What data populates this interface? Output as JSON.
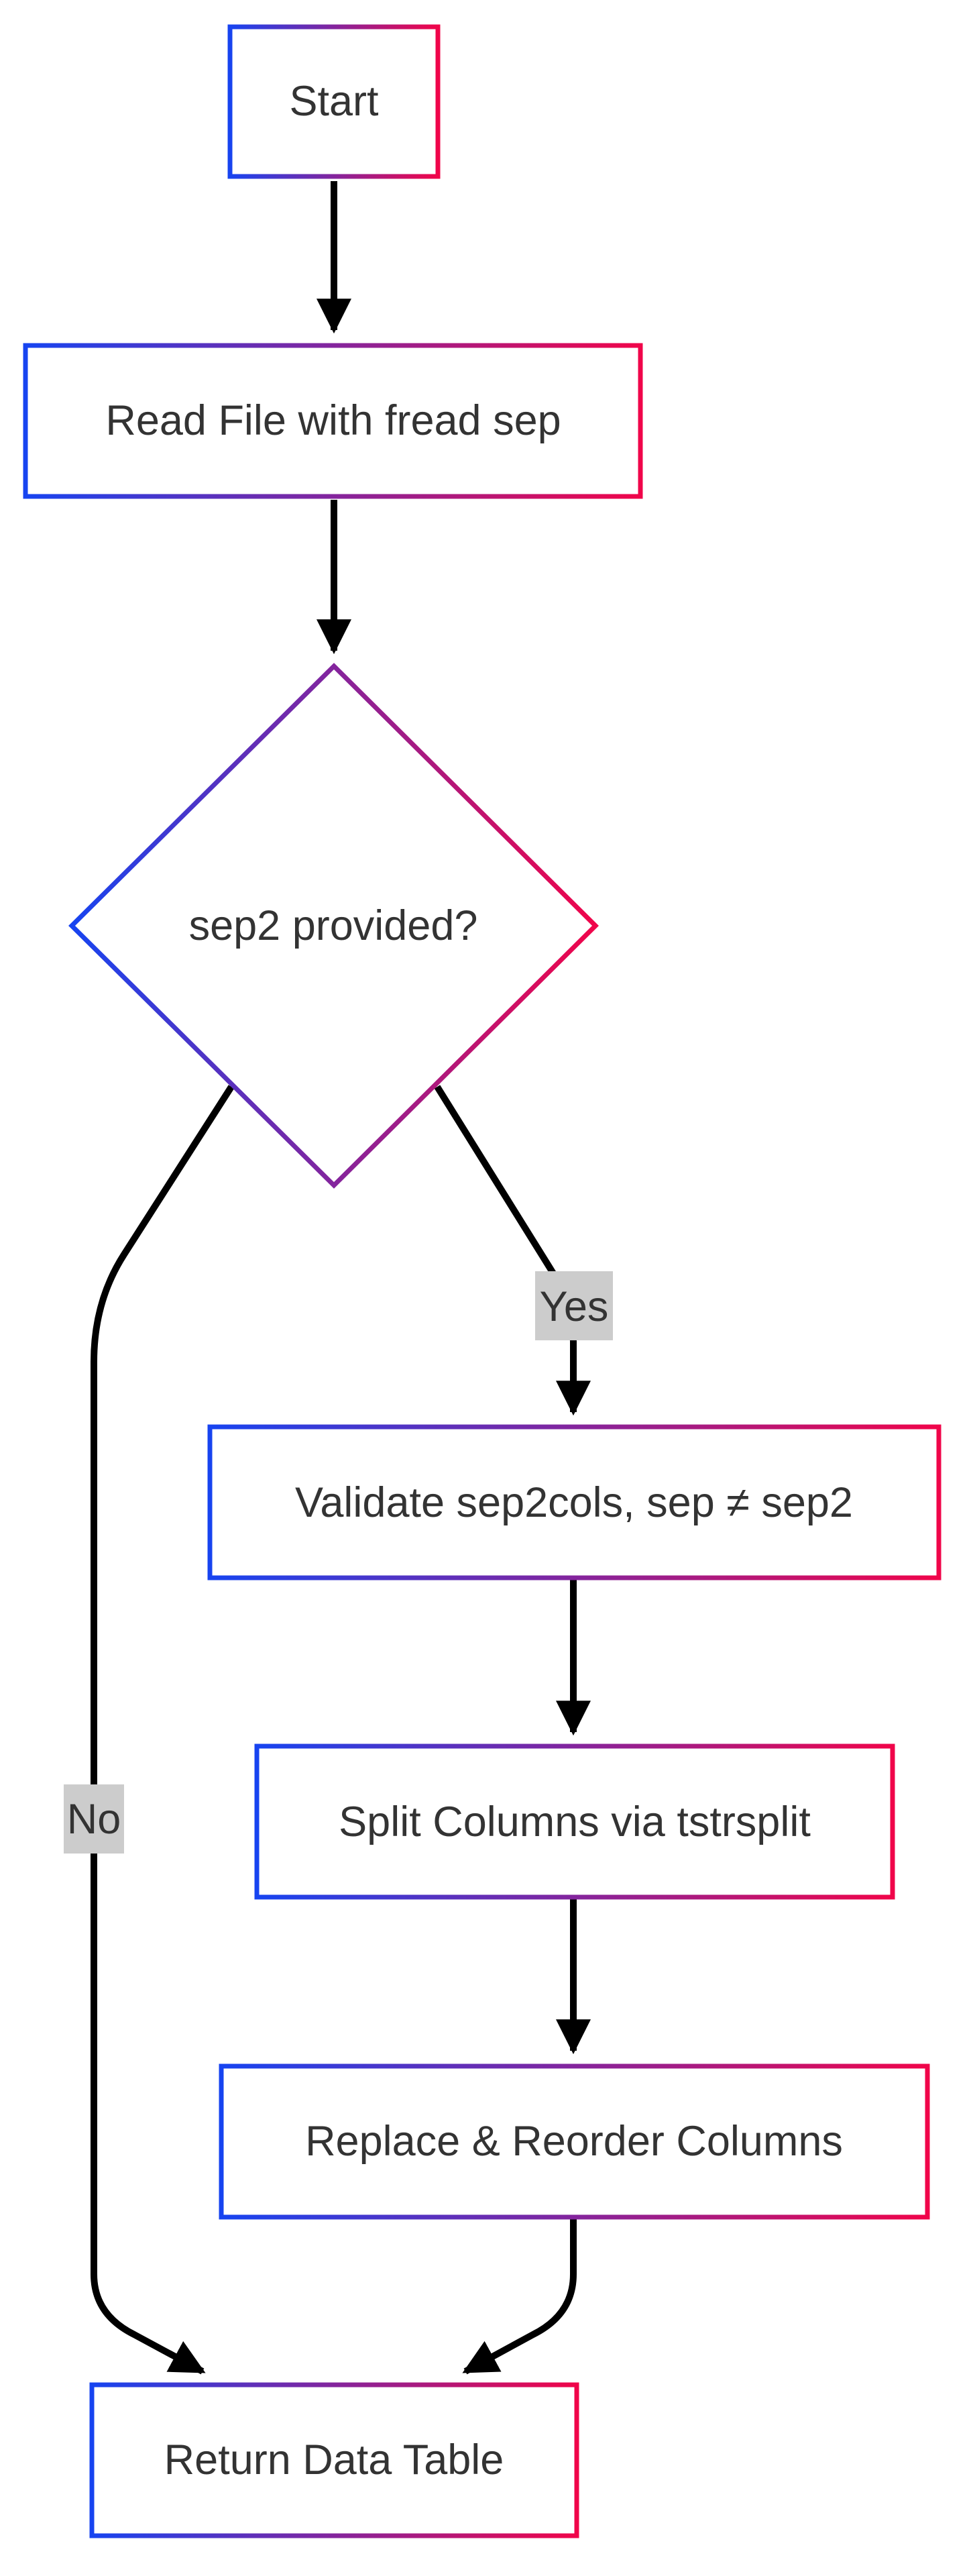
{
  "colors": {
    "border_start": "#1744f0",
    "border_end": "#f0054a",
    "edge": "#000000",
    "label_bg": "#cccccc",
    "text": "#333333"
  },
  "nodes": {
    "start": "Start",
    "read_file": "Read File with fread sep",
    "decision": "sep2 provided?",
    "validate": "Validate sep2cols, sep ≠ sep2",
    "split": "Split Columns via tstrsplit",
    "replace": "Replace & Reorder Columns",
    "return": "Return Data Table"
  },
  "edges": {
    "yes_label": "Yes",
    "no_label": "No"
  }
}
